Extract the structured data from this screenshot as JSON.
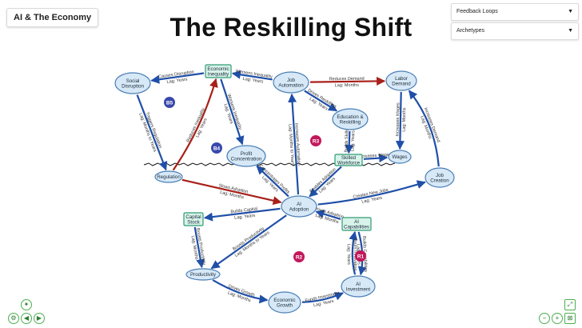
{
  "header": {
    "app_title": "AI & The Economy",
    "page_title": "The Reskilling Shift"
  },
  "filters": {
    "feedback_loops": {
      "label": "Feedback Loops",
      "icon": "caret-down-icon"
    },
    "archetypes": {
      "label": "Archetypes",
      "icon": "caret-down-icon"
    }
  },
  "diagram": {
    "nodes": [
      {
        "id": "social",
        "label": "Social|Disruption",
        "shape": "ellipse"
      },
      {
        "id": "inequality",
        "label": "Economic|Inequality",
        "shape": "box"
      },
      {
        "id": "automation",
        "label": "Job|Automation",
        "shape": "ellipse"
      },
      {
        "id": "labor",
        "label": "Labor|Demand",
        "shape": "ellipse"
      },
      {
        "id": "education",
        "label": "Education &|Reskilling",
        "shape": "ellipse"
      },
      {
        "id": "profit",
        "label": "Profit|Concentration",
        "shape": "ellipse"
      },
      {
        "id": "skilled",
        "label": "Skilled|Workforce",
        "shape": "box"
      },
      {
        "id": "wages",
        "label": "Wages",
        "shape": "ellipse"
      },
      {
        "id": "regulation",
        "label": "Regulation",
        "shape": "ellipse"
      },
      {
        "id": "jobcreation",
        "label": "Job|Creation",
        "shape": "ellipse"
      },
      {
        "id": "adoption",
        "label": "AI|Adoption",
        "shape": "ellipse"
      },
      {
        "id": "capital",
        "label": "Capital|Stock",
        "shape": "box"
      },
      {
        "id": "capabilities",
        "label": "AI|Capabilities",
        "shape": "box"
      },
      {
        "id": "productivity",
        "label": "Productivity",
        "shape": "ellipse"
      },
      {
        "id": "growth",
        "label": "Economic|Growth",
        "shape": "ellipse"
      },
      {
        "id": "investment",
        "label": "AI|Investment",
        "shape": "ellipse"
      }
    ],
    "edges": [
      {
        "from": "inequality",
        "to": "social",
        "label": "Causes Disruption",
        "lag": "Lag: Years",
        "color": "blue"
      },
      {
        "from": "automation",
        "to": "inequality",
        "label": "Worsens Inequality",
        "lag": "Lag: Years",
        "color": "blue"
      },
      {
        "from": "automation",
        "to": "labor",
        "label": "Reduces Demand",
        "lag": "Lag: Months",
        "color": "red"
      },
      {
        "from": "social",
        "to": "regulation",
        "label": "Triggers Regulation",
        "lag": "Lag: Months to Years",
        "color": "blue"
      },
      {
        "from": "regulation",
        "to": "inequality",
        "label": "Reduces Inequality",
        "lag": "Lag: Years",
        "color": "red"
      },
      {
        "from": "inequality",
        "to": "profit",
        "label": "Worsens Inequality",
        "lag": "Lag: Years",
        "color": "blue"
      },
      {
        "from": "automation",
        "to": "education",
        "label": "Drives Reskilling",
        "lag": "Lag: Years",
        "color": "blue"
      },
      {
        "from": "labor",
        "to": "wages",
        "label": "Increases Wages",
        "lag": "Lag: Months",
        "color": "blue"
      },
      {
        "from": "jobcreation",
        "to": "labor",
        "label": "Increases Demand",
        "lag": "Lag: Months",
        "color": "blue"
      },
      {
        "from": "education",
        "to": "skilled",
        "label": "Builds Skills",
        "lag": "Lag: Years",
        "color": "blue"
      },
      {
        "from": "skilled",
        "to": "wages",
        "label": "Increases Wages",
        "lag": "",
        "color": "blue"
      },
      {
        "from": "regulation",
        "to": "adoption",
        "label": "Slows Adoption",
        "lag": "Lag: Months",
        "color": "red"
      },
      {
        "from": "adoption",
        "to": "profit",
        "label": "Concentrates Profits",
        "lag": "Lag: Years",
        "color": "blue"
      },
      {
        "from": "adoption",
        "to": "automation",
        "label": "Increases Automation",
        "lag": "Lag: Months to Years",
        "color": "blue"
      },
      {
        "from": "skilled",
        "to": "adoption",
        "label": "Enables Adoption",
        "lag": "Lag: Years",
        "color": "blue"
      },
      {
        "from": "adoption",
        "to": "jobcreation",
        "label": "Creates New Jobs",
        "lag": "Lag: Years",
        "color": "blue"
      },
      {
        "from": "adoption",
        "to": "capital",
        "label": "Builds Capital",
        "lag": "Lag: Years",
        "color": "blue"
      },
      {
        "from": "capabilities",
        "to": "adoption",
        "label": "Drives Adoption",
        "lag": "Lag: Months",
        "color": "blue"
      },
      {
        "from": "capital",
        "to": "productivity",
        "label": "Boosts Productivity",
        "lag": "Lag: Months",
        "color": "blue"
      },
      {
        "from": "adoption",
        "to": "productivity",
        "label": "Boosts Productivity",
        "lag": "Lag: Months to Years",
        "color": "blue"
      },
      {
        "from": "productivity",
        "to": "growth",
        "label": "Drives Growth",
        "lag": "Lag: Months",
        "color": "blue"
      },
      {
        "from": "growth",
        "to": "investment",
        "label": "Funds Investment",
        "lag": "Lag: Years",
        "color": "blue"
      },
      {
        "from": "investment",
        "to": "capabilities",
        "label": "Spurs Innovation",
        "lag": "Lag: Years",
        "color": "blue"
      },
      {
        "from": "capabilities",
        "to": "investment",
        "label": "Builds Capabilities",
        "lag": "Lag: Years",
        "color": "blue"
      }
    ],
    "loops": [
      {
        "label": "B5",
        "color": "#3949ab"
      },
      {
        "label": "B4",
        "color": "#3949ab"
      },
      {
        "label": "R3",
        "color": "#c2185b"
      },
      {
        "label": "R2",
        "color": "#c2185b"
      },
      {
        "label": "R1",
        "color": "#c2185b"
      }
    ],
    "colors": {
      "blue": "#1f4fa8",
      "red": "#a8201a",
      "node_fill": "#d7e8f7",
      "node_stroke": "#4a7fb5",
      "box_fill": "#d8f3ea",
      "box_stroke": "#2e9a73"
    }
  },
  "controls": {
    "left": [
      "lightbulb-icon",
      "settings-icon",
      "back-icon",
      "forward-icon"
    ],
    "right": [
      "zoom-fit-icon",
      "zoom-out-icon",
      "zoom-in-icon",
      "reset-icon"
    ]
  }
}
